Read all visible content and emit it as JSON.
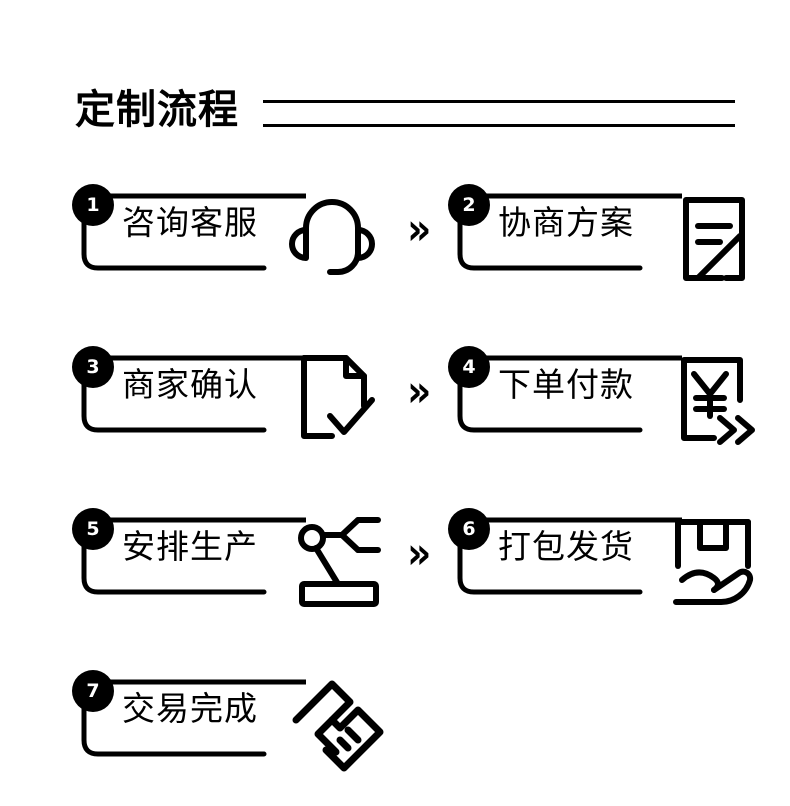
{
  "header": {
    "title": "定制流程",
    "rule_count": 2
  },
  "arrow": {
    "glyph": "»",
    "name": "double-chevron-arrow"
  },
  "steps": [
    {
      "number": "1",
      "label": "咨询客服",
      "icon": "headset-icon"
    },
    {
      "number": "2",
      "label": "协商方案",
      "icon": "plan-document-icon"
    },
    {
      "number": "3",
      "label": "商家确认",
      "icon": "document-check-icon"
    },
    {
      "number": "4",
      "label": "下单付款",
      "icon": "yuan-payment-icon"
    },
    {
      "number": "5",
      "label": "安排生产",
      "icon": "robot-arm-icon"
    },
    {
      "number": "6",
      "label": "打包发货",
      "icon": "package-hand-icon"
    },
    {
      "number": "7",
      "label": "交易完成",
      "icon": "handshake-icon"
    }
  ],
  "colors": {
    "ink": "#000000",
    "background": "#ffffff",
    "badge_text": "#ffffff"
  }
}
